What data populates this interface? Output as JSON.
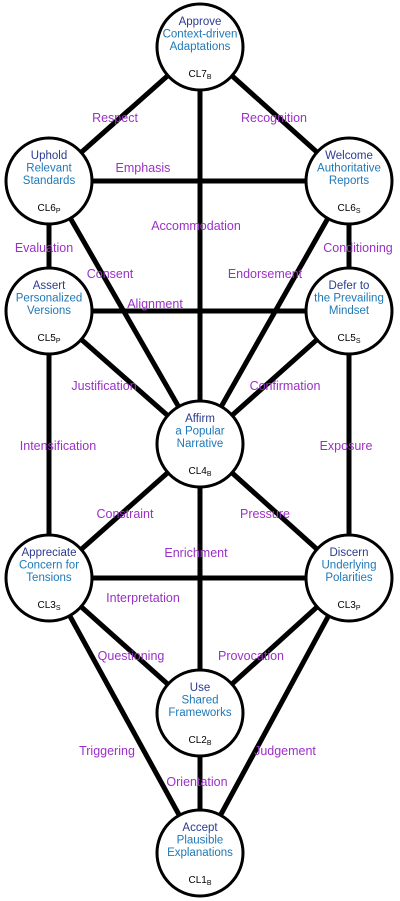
{
  "colors": {
    "edge_label": "#9b30c8",
    "title_dark": "#2a3b8f",
    "title_light": "#1e78b8",
    "stroke": "#000000"
  },
  "nodes": [
    {
      "id": "n7",
      "lines": [
        [
          "Approve",
          "dark"
        ],
        [
          "Context-driven",
          "light"
        ],
        [
          "Adaptations",
          "light"
        ]
      ],
      "code": "CL7",
      "sub": "B"
    },
    {
      "id": "n6p",
      "lines": [
        [
          "Uphold",
          "dark"
        ],
        [
          "Relevant",
          "light"
        ],
        [
          "Standards",
          "light"
        ]
      ],
      "code": "CL6",
      "sub": "P"
    },
    {
      "id": "n6s",
      "lines": [
        [
          "Welcome",
          "dark"
        ],
        [
          "Authoritative",
          "light"
        ],
        [
          "Reports",
          "light"
        ]
      ],
      "code": "CL6",
      "sub": "S"
    },
    {
      "id": "n5p",
      "lines": [
        [
          "Assert",
          "dark"
        ],
        [
          "Personalized",
          "light"
        ],
        [
          "Versions",
          "light"
        ]
      ],
      "code": "CL5",
      "sub": "P"
    },
    {
      "id": "n5s",
      "lines": [
        [
          "Defer to",
          "dark"
        ],
        [
          "the Prevailing",
          "light"
        ],
        [
          "Mindset",
          "light"
        ]
      ],
      "code": "CL5",
      "sub": "S"
    },
    {
      "id": "n4",
      "lines": [
        [
          "Affirm",
          "dark"
        ],
        [
          "a Popular",
          "light"
        ],
        [
          "Narrative",
          "light"
        ]
      ],
      "code": "CL4",
      "sub": "B"
    },
    {
      "id": "n3s",
      "lines": [
        [
          "Appreciate",
          "dark"
        ],
        [
          "Concern for",
          "light"
        ],
        [
          "Tensions",
          "light"
        ]
      ],
      "code": "CL3",
      "sub": "S"
    },
    {
      "id": "n3p",
      "lines": [
        [
          "Discern",
          "dark"
        ],
        [
          "Underlying",
          "light"
        ],
        [
          "Polarities",
          "light"
        ]
      ],
      "code": "CL3",
      "sub": "P"
    },
    {
      "id": "n2",
      "lines": [
        [
          "Use",
          "dark"
        ],
        [
          "Shared",
          "light"
        ],
        [
          "Frameworks",
          "light"
        ]
      ],
      "code": "CL2",
      "sub": "B"
    },
    {
      "id": "n1",
      "lines": [
        [
          "Accept",
          "dark"
        ],
        [
          "Plausible",
          "light"
        ],
        [
          "Explanations",
          "light"
        ]
      ],
      "code": "CL1",
      "sub": "B"
    }
  ],
  "edges": [
    {
      "from": "n7",
      "to": "n6p",
      "label": "Respect"
    },
    {
      "from": "n7",
      "to": "n6s",
      "label": "Recognition"
    },
    {
      "from": "n6p",
      "to": "n6s",
      "label": "Emphasis"
    },
    {
      "from": "n7",
      "to": "n4",
      "label": "Accommodation"
    },
    {
      "from": "n6p",
      "to": "n5p",
      "label": "Evaluation"
    },
    {
      "from": "n6s",
      "to": "n5s",
      "label": "Conditioning"
    },
    {
      "from": "n6p",
      "to": "n4",
      "label": "Consent"
    },
    {
      "from": "n6s",
      "to": "n4",
      "label": "Endorsement"
    },
    {
      "from": "n5p",
      "to": "n5s",
      "label": "Alignment"
    },
    {
      "from": "n5p",
      "to": "n4",
      "label": "Justification"
    },
    {
      "from": "n5s",
      "to": "n4",
      "label": "Confirmation"
    },
    {
      "from": "n5p",
      "to": "n3s",
      "label": "Intensification"
    },
    {
      "from": "n5s",
      "to": "n3p",
      "label": "Exposure"
    },
    {
      "from": "n4",
      "to": "n3s",
      "label": "Constraint"
    },
    {
      "from": "n4",
      "to": "n3p",
      "label": "Pressure"
    },
    {
      "from": "n4",
      "to": "n2",
      "label": "Enrichment"
    },
    {
      "from": "n3s",
      "to": "n3p",
      "label": "Interpretation"
    },
    {
      "from": "n3s",
      "to": "n2",
      "label": "Questioning"
    },
    {
      "from": "n3p",
      "to": "n2",
      "label": "Provocation"
    },
    {
      "from": "n3s",
      "to": "n1",
      "label": "Triggering"
    },
    {
      "from": "n3p",
      "to": "n1",
      "label": "Judgement"
    },
    {
      "from": "n2",
      "to": "n1",
      "label": "Orientation"
    }
  ]
}
